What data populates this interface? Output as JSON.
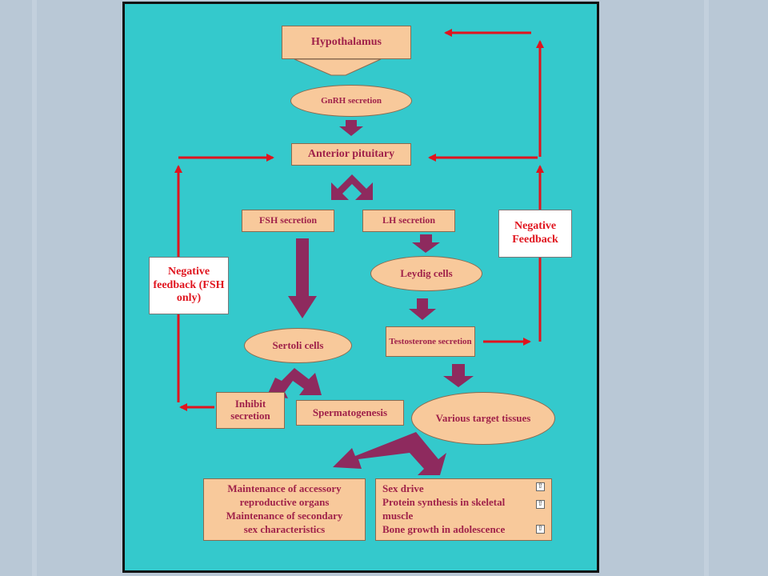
{
  "nodes": {
    "hypothalamus": "Hypothalamus",
    "gnrh": "GnRH secretion",
    "anterior_pituitary": "Anterior pituitary",
    "fsh": "FSH secretion",
    "lh": "LH secretion",
    "leydig": "Leydig cells",
    "sertoli": "Sertoli cells",
    "testosterone": "Testosterone secretion",
    "inhibit": "Inhibit secretion",
    "spermatogenesis": "Spermatogenesis",
    "target_tissues": "Various target tissues"
  },
  "feedback": {
    "fsh_only": "Negative feedback (FSH only)",
    "negative": "Negative Feedback"
  },
  "effects_left": [
    "Maintenance of accessory",
    "reproductive organs",
    "Maintenance of secondary",
    "sex characteristics"
  ],
  "effects_right": [
    "Sex drive",
    "Protein synthesis in skeletal",
    "muscle",
    "Bone growth in adolescence"
  ],
  "increase_icon": "up-arrow-icon",
  "colors": {
    "panel": "#34c9cc",
    "box_fill": "#f8c99b",
    "text": "#a0224a",
    "feedback_arrow": "#e0141e",
    "flow_arrow": "#8e2a5e"
  }
}
